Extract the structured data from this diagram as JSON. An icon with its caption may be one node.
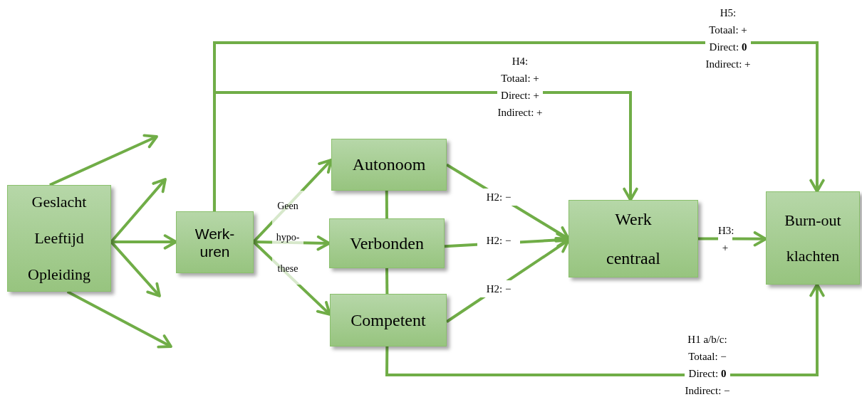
{
  "diagram": {
    "nodes": [
      {
        "text": [
          "Geslacht",
          "Leeftijd",
          "Opleiding"
        ]
      },
      {
        "text": [
          "Werk- uren"
        ]
      },
      {
        "text": [
          "Autonoom"
        ]
      },
      {
        "text": [
          "Verbonden"
        ]
      },
      {
        "text": [
          "Competent"
        ]
      },
      {
        "text": [
          "Werk centraal"
        ]
      },
      {
        "text": [
          "Burn-out klachten"
        ]
      }
    ],
    "edges": [
      {
        "from": 0,
        "to": null,
        "arrow": "to"
      },
      {
        "from": 0,
        "to": null,
        "arrow": "to"
      },
      {
        "from": 0,
        "to": null,
        "arrow": "to"
      },
      {
        "from": 0,
        "to": null,
        "arrow": "to"
      },
      {
        "from": 0,
        "to": 1,
        "arrow": "to"
      },
      {
        "from": 1,
        "to": 2,
        "arrow": "to"
      },
      {
        "from": 1,
        "to": 3,
        "arrow": "to"
      },
      {
        "from": 1,
        "to": 4,
        "arrow": "to"
      },
      {
        "from": 2,
        "to": 3,
        "arrow": "none"
      },
      {
        "from": 3,
        "to": 4,
        "arrow": "none"
      },
      {
        "from": 2,
        "to": 5,
        "arrow": "to",
        "label": "H2: −"
      },
      {
        "from": 3,
        "to": 5,
        "arrow": "to",
        "label": "H2: −"
      },
      {
        "from": 4,
        "to": 5,
        "arrow": "to",
        "label": "H2: −"
      },
      {
        "from": 5,
        "to": 6,
        "arrow": "to",
        "label": "H3: +"
      },
      {
        "from": 1,
        "to": 5,
        "arrow": "to",
        "label": "H4: Totaal: + Direct: + Indirect: +"
      },
      {
        "from": 1,
        "to": 6,
        "arrow": "to",
        "label": "H5: Totaal: + Direct: **0** Indirect: +"
      },
      {
        "from": 4,
        "to": 6,
        "arrow": "to",
        "label": "H1 a/b/c: Totaal: − Direct: **0** Indirect: −"
      }
    ],
    "labels": [
      "Geen hypo- these"
    ]
  }
}
